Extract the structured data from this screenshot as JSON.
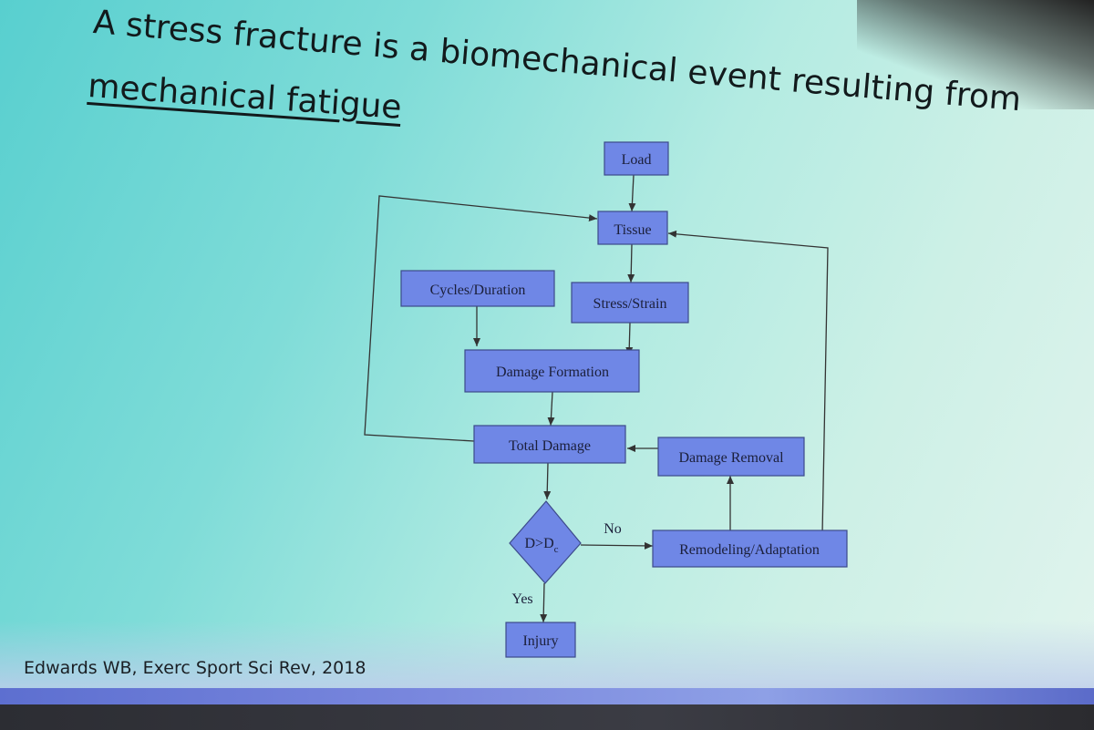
{
  "title": {
    "line1": "A stress fracture is a biomechanical event resulting from",
    "line2": "mechanical fatigue"
  },
  "citation": "Edwards WB, Exerc Sport Sci Rev, 2018",
  "diagram": {
    "nodes": {
      "load": "Load",
      "tissue": "Tissue",
      "cycles": "Cycles/Duration",
      "stress": "Stress/Strain",
      "damage_formation": "Damage Formation",
      "total_damage": "Total Damage",
      "damage_removal": "Damage Removal",
      "decision_main": "D>D",
      "decision_sub": "c",
      "remodeling": "Remodeling/Adaptation",
      "injury": "Injury"
    },
    "edge_labels": {
      "no": "No",
      "yes": "Yes"
    }
  },
  "colors": {
    "node_fill": "#6f87e6",
    "node_stroke": "#3c4a8a"
  }
}
